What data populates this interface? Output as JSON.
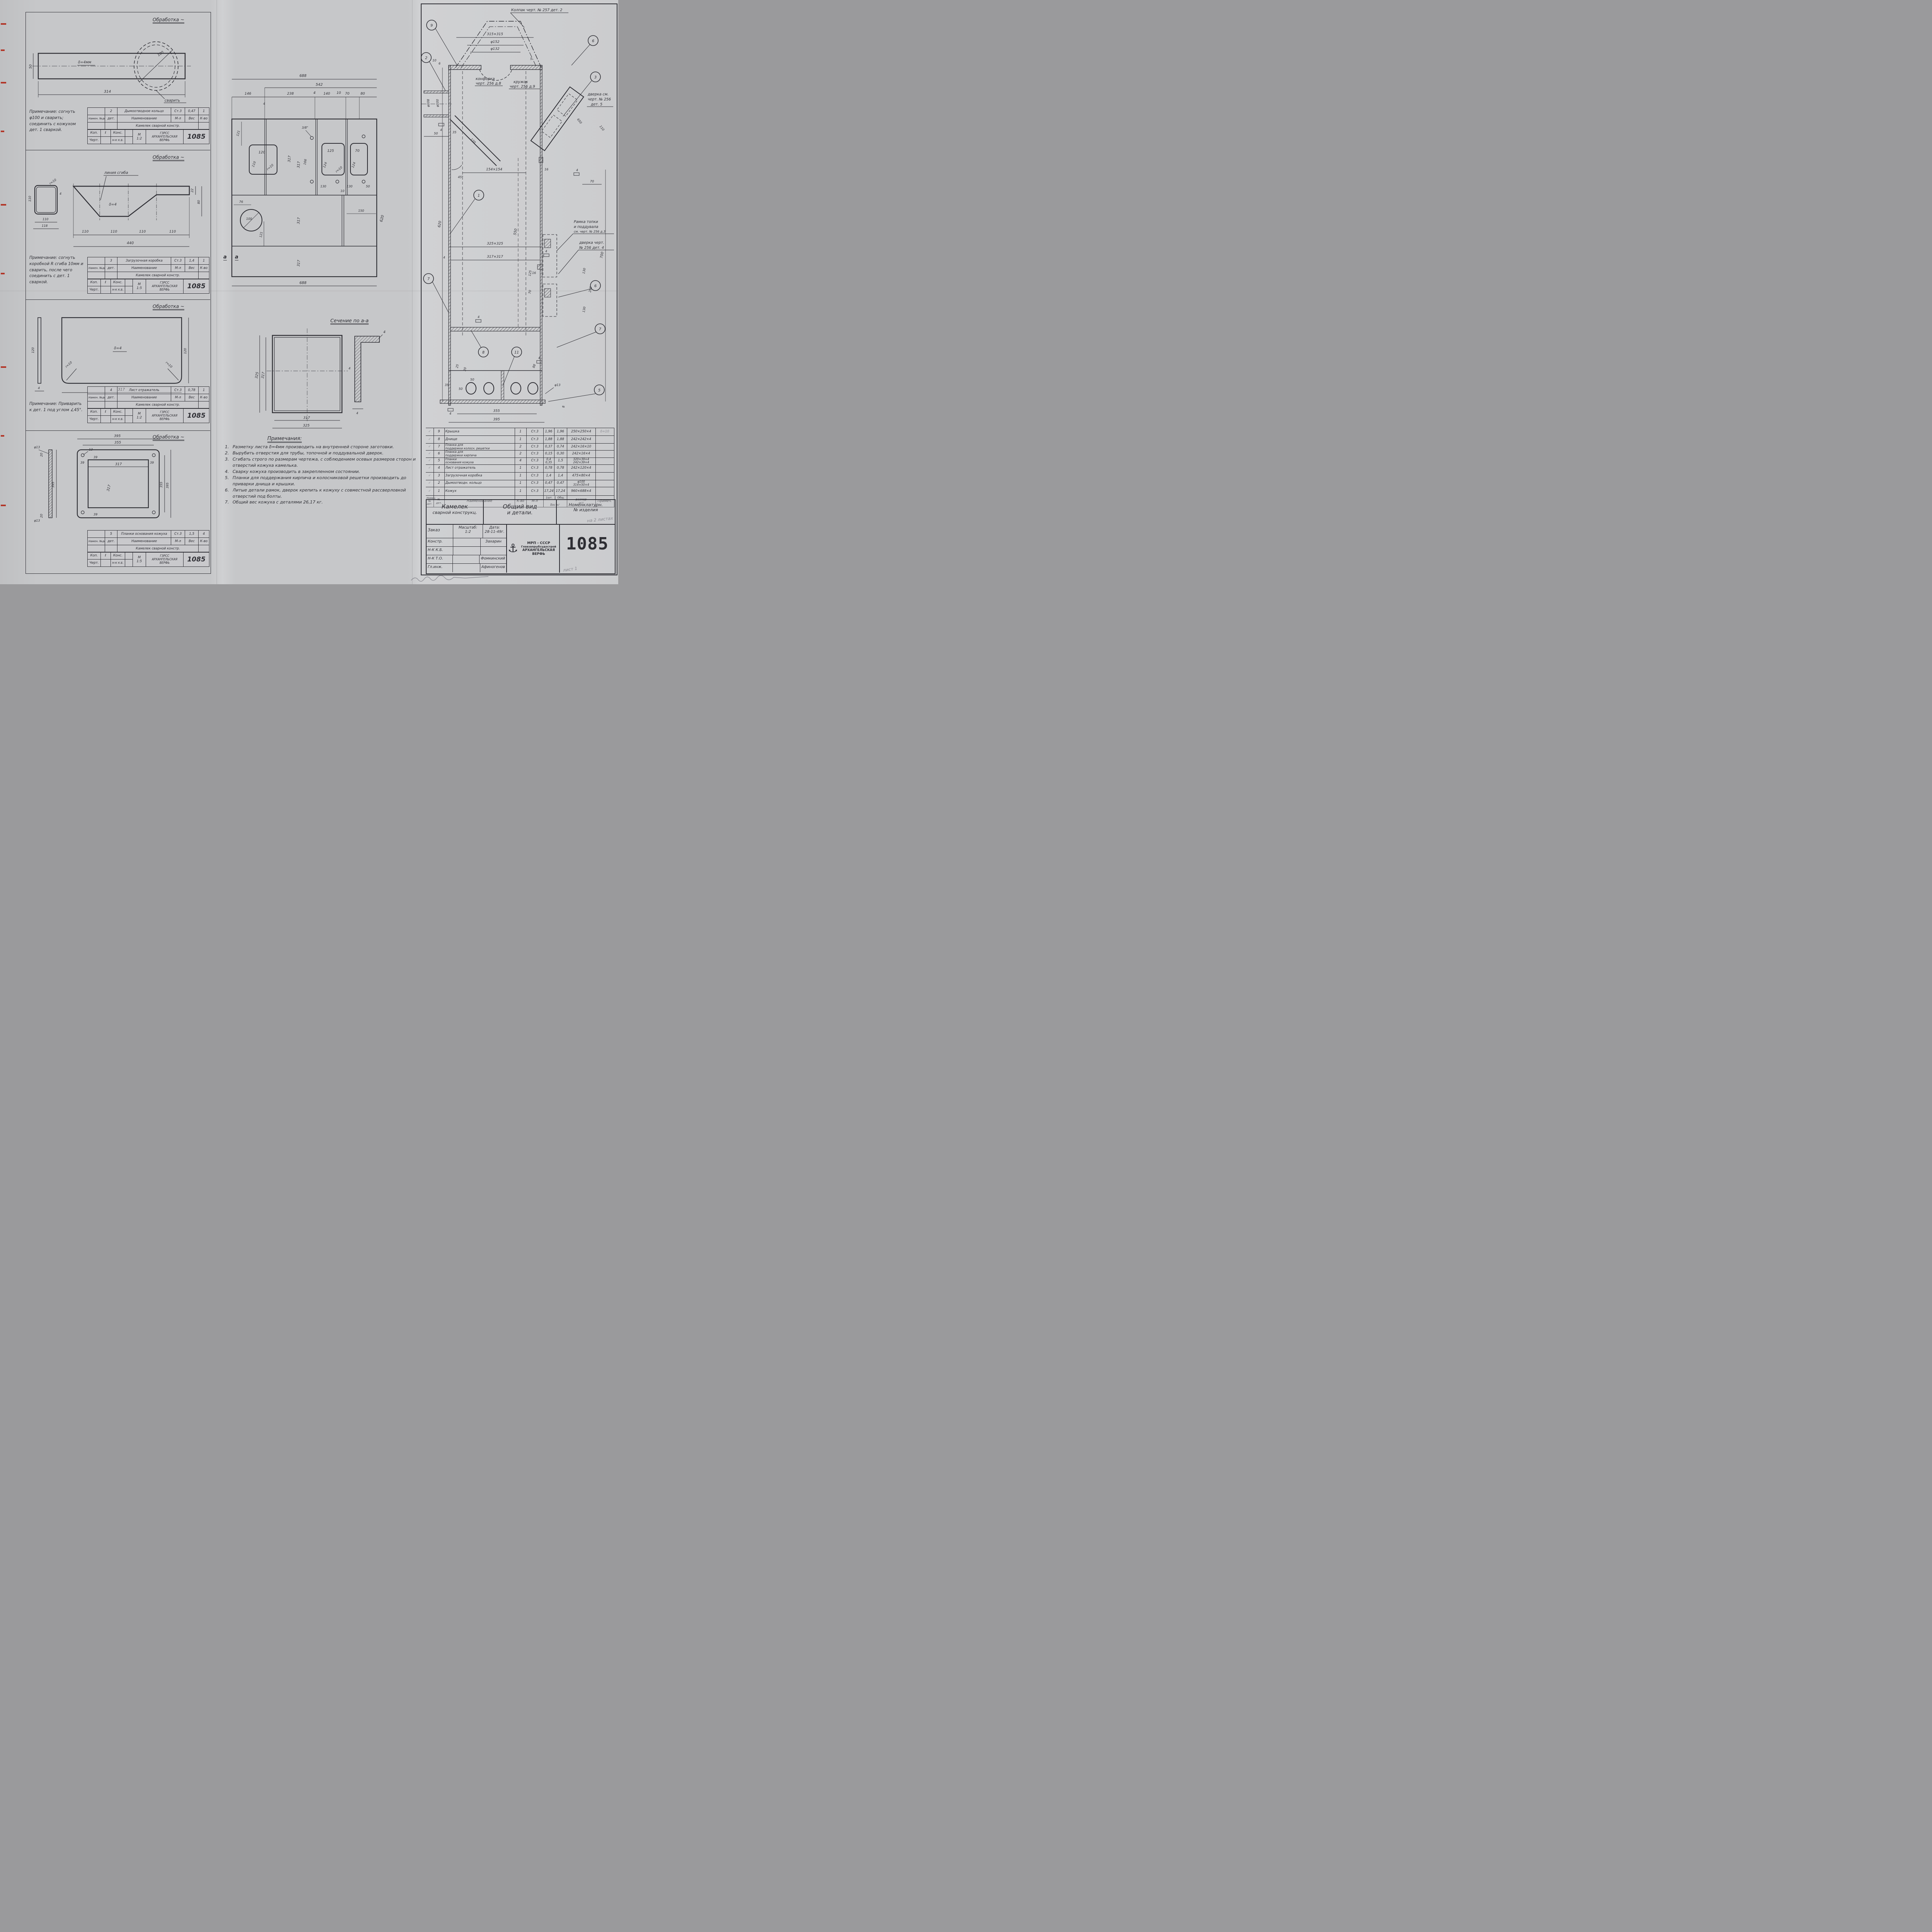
{
  "sheet": {
    "drawing_number": "1085",
    "paper_color": "#c6c7c9",
    "ink_color": "#2e2e34",
    "pencil_color": "#8b8b92",
    "red_mark_color": "#b23527"
  },
  "small_block": {
    "nomen_label": "Намен. №дет.",
    "det_label": "дет.",
    "name_label": "Наименование",
    "material_label": "М-л",
    "weight_label": "Вес",
    "qty_label": "К-во",
    "project": "Камелек сварной констр.",
    "kop_label": "Коп.",
    "kons_label": "Конс.",
    "chert_label": "Черт.",
    "nk_label": "Н-К К.Б.",
    "m_label": "М",
    "org": "ГЗРСС АРХАНГЕЛЬСКАЯ ВЕРФЬ",
    "number": "1085"
  },
  "panels": [
    {
      "title": "Обработка ~",
      "note": "Примечание: согнуть φ100 и сварить; соединить с кожухом дет. 1 сваркой.",
      "part_no": "2",
      "part_name": "Дымоотводное кольцо",
      "material": "Ст.3",
      "weight": "0,47",
      "qty": "1",
      "scale": "1:2",
      "dims": {
        "thickness": "δ=4мм",
        "height": "50",
        "length": "314",
        "radius": "100",
        "weld": "сварить"
      }
    },
    {
      "title": "Обработка ~",
      "note": "Примечание: согнуть коробкой R сгиба 10мм и сварить, после чего соединить с дет. 1 сваркой.",
      "part_no": "3",
      "part_name": "Загрузочная коробка",
      "material": "Ст.3",
      "weight": "1,4",
      "qty": "1",
      "scale": "1:5",
      "dims": {
        "bend_line": "линия сгиба",
        "thickness": "δ=4",
        "seg1": "110",
        "seg2": "110",
        "seg3": "110",
        "seg4": "110",
        "total": "440",
        "step": "22",
        "height": "80",
        "box_w": "110",
        "box_w2": "118",
        "box_h": "110",
        "box_h2": "118",
        "box_radius": "r=10",
        "box_wall": "4"
      }
    },
    {
      "title": "Обработка ~",
      "note": "Примечание: Приварить к дет. 1 под углом ∠45°.",
      "part_no": "4",
      "part_name": "Лист отражатель",
      "material": "Ст.3",
      "weight": "0,78",
      "qty": "1",
      "scale": "1:2",
      "dims": {
        "thickness": "δ=4",
        "side_left": "120",
        "side_right": "120",
        "width": "317",
        "radius_left": "r=10",
        "radius_right": "r=10",
        "plate_thk": "4"
      }
    },
    {
      "title": "Обработка ~",
      "note": "",
      "part_no": "5",
      "part_name": "Планки основания кожуха",
      "material": "Ст.3",
      "weight": "1,5",
      "qty": "4",
      "scale": "1:5",
      "dims": {
        "outer_w": "395",
        "bolt_w": "355",
        "hole": "13",
        "off_top": "39",
        "off_l": "39",
        "off_r": "39",
        "off_b": "39",
        "inner_w": "317",
        "inner_h": "317",
        "bolt_h": "355",
        "outer_h": "395",
        "side_hole_top": "φ13",
        "side_hole_bot": "φ13",
        "edge_top": "20",
        "edge_bot": "20",
        "side_len": "395",
        "plate_thk": "4"
      }
    }
  ],
  "dev": {
    "top": {
      "total_w": "688",
      "w542": "542",
      "w146": "146",
      "w238": "238",
      "w4a": "4",
      "w140": "140",
      "w10": "10",
      "w70": "70",
      "w80": "80",
      "w4b": "4",
      "h121": "121",
      "open1_w": "120",
      "open1_h": "110",
      "open1_r": "r=10",
      "h317": "317",
      "h166": "166",
      "thread": "3/8\"",
      "open2_w": "125",
      "open2_h": "124",
      "open2_r": "r=10",
      "open3_w": "70",
      "open3_h": "124",
      "b130a": "130",
      "b130b": "130",
      "b50": "50"
    },
    "low": {
      "s317a": "317",
      "s317b": "317",
      "s317c": "317",
      "g10": "10",
      "c76": "76",
      "c100": "100",
      "c121": "121",
      "r150": "150",
      "sec_a1": "а",
      "sec_a2": "а",
      "total_w": "688",
      "total_h": "620"
    }
  },
  "section_aa": {
    "title": "Сечение по а-а",
    "outer_v": "325",
    "inner_v": "317",
    "inner_h": "317",
    "outer_h": "325",
    "wall": "4",
    "leg_thk": "4",
    "leg_w": "4"
  },
  "notes": {
    "title": "Примечания:",
    "items": [
      {
        "num": "1.",
        "text": "Разметку листа δ=4мм производить на внутренней стороне заготовки."
      },
      {
        "num": "2.",
        "text": "Вырубить отверстия для трубы, топочной и поддувальной дверок."
      },
      {
        "num": "3.",
        "text": "Сгибать строго по размерам чертежа, с соблюдением осевых размеров сторон и отверстий кожуха камелька."
      },
      {
        "num": "4.",
        "text": "Сварку кожуха производить в закрепленном состоянии."
      },
      {
        "num": "5.",
        "text": "Планки для поддержания кирпича и колосниковой решетки производить до приварки днища и крышки."
      },
      {
        "num": "6.",
        "text": "Литые детали рамок, дверок крепить к кожуху с совместной рассверловкой отверстий под болты."
      },
      {
        "num": "7.",
        "text": "Общий вес кожуха с деталями  26,17 кг."
      }
    ]
  },
  "main_view": {
    "callouts": {
      "c9": "9",
      "c2": "2",
      "c6a": "6",
      "c3": "3",
      "c1": "1",
      "c7a": "7",
      "c8": "8",
      "c11": "11",
      "c6b": "6",
      "c7b": "7",
      "c5": "5"
    },
    "labels": {
      "kolpak": "Колпак черт. № 257 дет. 2",
      "konforka1": "конфорка",
      "konforka2": "черт. 256 д.8",
      "kruzhok1": "кружок",
      "kruzhok2": "черт. 256 д.9",
      "dverka5a": "дверка см.",
      "dverka5b": "черт. № 256",
      "dverka5c": "дет. 5",
      "ramka1": "Рамка топки",
      "ramka2": "и поддувала",
      "ramka3": "см. черт. № 256 д.3",
      "dverka4a": "дверка черт.",
      "dverka4b": "№ 256 дет. 4"
    },
    "dims": {
      "top_sq": "315×315",
      "d152": "φ152",
      "d132": "φ132",
      "d10": "10",
      "d6": "6",
      "d5": "5",
      "d108": "φ108",
      "d100": "φ100",
      "ang45": "45°",
      "chute120": "120",
      "d35": "35",
      "d50": "50",
      "w4a": "4",
      "d16a": "16",
      "door650": "650",
      "door110": "110",
      "d70a": "70",
      "w4b": "4",
      "sq154": "154×154",
      "h620": "620",
      "sq325": "325×325",
      "sq317": "317×317",
      "w4c": "4",
      "h550": "550",
      "d125": "125",
      "d70b": "70",
      "d16b": "16",
      "h700": "700",
      "r130a": "130",
      "r260": "260",
      "r130b": "130",
      "d16c": "16",
      "w4d": "4",
      "d25": "25",
      "d20": "20",
      "d50a": "50",
      "d50b": "50",
      "d88": "88",
      "w4e": "4",
      "d13": "φ13",
      "d8": "8",
      "d35b": "35",
      "w4f": "4",
      "b355": "355",
      "b395": "395",
      "w4g": "4"
    }
  },
  "parts_table": {
    "rows": [
      {
        "check": "✓",
        "pos": "9",
        "name": "Крышка",
        "qty": "1",
        "mat": "Ст.3",
        "w1": "1,96",
        "w2": "1,96",
        "size": "250×250×4",
        "note": "δ=10"
      },
      {
        "check": "✓",
        "pos": "8",
        "name": "Днище",
        "qty": "1",
        "mat": "Ст.3",
        "w1": "1,88",
        "w2": "1,88",
        "size": "242×242×4",
        "note": ""
      },
      {
        "check": "✓",
        "pos": "7",
        "name": "Планка для\nподдержки колосн. решетки",
        "qty": "2",
        "mat": "Ст.3",
        "w1": "0,37",
        "w2": "0,74",
        "size": "242×16×10",
        "note": ""
      },
      {
        "check": "✓",
        "pos": "6",
        "name": "Планка для\nподдержки кирпича",
        "qty": "2",
        "mat": "Ст.3",
        "w1": "0,15",
        "w2": "0,30",
        "size": "242×16×4",
        "note": ""
      },
      {
        "check": "✓",
        "pos": "5",
        "name": "Планки\nоснования кожуха",
        "qty": "4",
        "mat": "Ст.3",
        "w1": "0,4\n0,35",
        "w2": "1,5",
        "size": "320×39×4\n242×39×4",
        "note": ""
      },
      {
        "check": "✓",
        "pos": "4",
        "name": "Лист отражатель",
        "qty": "1",
        "mat": "Ст.3",
        "w1": "0,78",
        "w2": "0,78",
        "size": "242×120×4",
        "note": ""
      },
      {
        "check": "✓",
        "pos": "3",
        "name": "Загрузочная коробка",
        "qty": "1",
        "mat": "Ст.3",
        "w1": "1,4",
        "w2": "1,4",
        "size": "475×80×4",
        "note": ""
      },
      {
        "check": "✓",
        "pos": "2",
        "name": "Дымоотводн. кольцо",
        "qty": "1",
        "mat": "Ст.3",
        "w1": "0,47",
        "w2": "0,47",
        "size": "φ100\n314×50×4",
        "note": ""
      },
      {
        "check": "✓",
        "pos": "1",
        "name": "Кожух",
        "qty": "1",
        "mat": "Ст.3",
        "w1": "17,24",
        "w2": "17,24",
        "size": "960×688×4",
        "note": ""
      }
    ],
    "header": {
      "nomen": "Номен.\n№ дет.",
      "det": "№\nдет.",
      "name": "Наименование",
      "qty": "К-во",
      "mat": "М-л",
      "w1": "1шт.",
      "w2": "Общ.",
      "wkg": "Вес кг",
      "size": "размер\nост",
      "note": "Примеч."
    }
  },
  "title_block": {
    "product1": "Камелек",
    "product2": "сварной конструкц.",
    "sheet_title1": "Общий вид",
    "sheet_title2": "и детали.",
    "nomenclature1": "Номенклатурн.",
    "nomenclature2": "№ изделия",
    "pencil_top": "на 2 листах",
    "pencil_bottom": "лист 1",
    "order_label": "Заказ",
    "scale_label": "Масштаб:",
    "scale": "1:2",
    "date_label": "Дата:",
    "date": "28-11-49г.",
    "rows": [
      {
        "label": "Констр.",
        "value": "Захарин"
      },
      {
        "label": "Н-К К.Б.",
        "value": ""
      },
      {
        "label": "Н-К Т.О.",
        "value": "Фомкинский"
      },
      {
        "label": "Гл.инж.",
        "value": "Афиногенов"
      }
    ],
    "org1": "МРП - СССР",
    "org2": "Главзапрыбсудострой",
    "org3": "АРХАНГЕЛЬСКАЯ",
    "org4": "ВЕРФЬ",
    "anchor_icon": "⚓",
    "number": "1085"
  }
}
